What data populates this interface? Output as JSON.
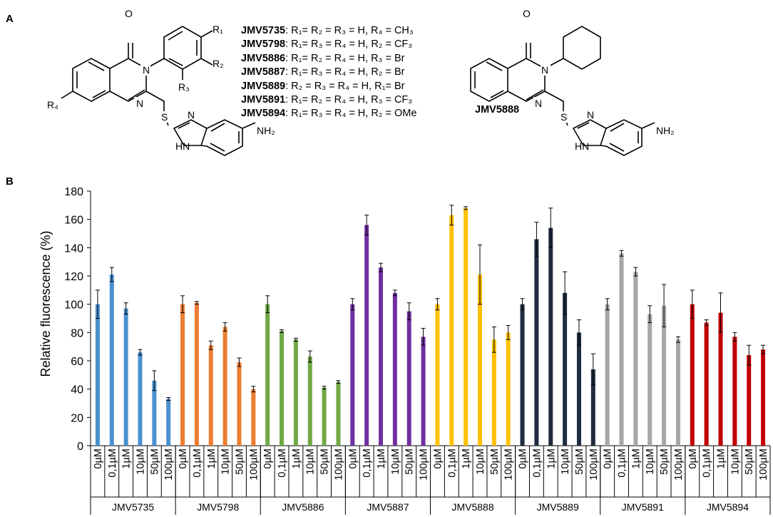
{
  "panel_a": {
    "letter": "A",
    "compounds": [
      {
        "name": "JMV5735",
        "desc": ": R₁= R₂ = R₃ = H, R₄ = CH₃"
      },
      {
        "name": "JMV5798",
        "desc": ": R₁= R₃ = R₄ = H, R₂ = CF₃"
      },
      {
        "name": "JMV5886",
        "desc": ": R₁= R₂ = R₄ = H, R₃ = Br"
      },
      {
        "name": "JMV5887",
        "desc": ": R₁= R₃ = R₄ = H, R₂ = Br"
      },
      {
        "name": "JMV5889",
        "desc": ": R₂ = R₃ = R₄ = H, R₁= Br"
      },
      {
        "name": "JMV5891",
        "desc": ": R₁= R₂ = R₄ = H, R₃ = CF₃"
      },
      {
        "name": "JMV5894",
        "desc": ": R₁= R₃ = R₄ = H, R₂ = OMe"
      }
    ],
    "structure_labels": {
      "O": "O",
      "N": "N",
      "S": "S",
      "HN": "HN",
      "NH2": "NH₂",
      "R1": "R₁",
      "R2": "R₂",
      "R3": "R₃",
      "R4": "R₄"
    },
    "second_structure_name": "JMV5888"
  },
  "panel_b": {
    "letter": "B"
  },
  "chart_data": {
    "type": "bar",
    "ylabel": "Relative fluorescence (%)",
    "xlabel": "",
    "ylim": [
      0,
      180
    ],
    "yticks": [
      0,
      20,
      40,
      60,
      80,
      100,
      120,
      140,
      160,
      180
    ],
    "grid": false,
    "concentrations": [
      "0µM",
      "0,1µM",
      "1µM",
      "10µM",
      "50µM",
      "100µM"
    ],
    "groups": [
      {
        "name": "JMV5735",
        "color": "#4a90cf",
        "values": [
          100,
          121,
          97,
          66,
          46,
          33
        ],
        "errors": [
          10,
          5,
          4,
          2,
          7,
          1
        ]
      },
      {
        "name": "JMV5798",
        "color": "#ed7d31",
        "values": [
          100,
          101,
          71,
          84,
          59,
          40
        ],
        "errors": [
          6,
          1,
          3,
          3,
          3,
          2
        ]
      },
      {
        "name": "JMV5886",
        "color": "#6fa844",
        "values": [
          100,
          81,
          75,
          63,
          41,
          45
        ],
        "errors": [
          6,
          1,
          1,
          4,
          1,
          1
        ]
      },
      {
        "name": "JMV5887",
        "color": "#7030a0",
        "values": [
          100,
          156,
          126,
          108,
          95,
          77
        ],
        "errors": [
          4,
          7,
          3,
          2,
          6,
          6
        ]
      },
      {
        "name": "JMV5888",
        "color": "#ffc000",
        "values": [
          100,
          163,
          168,
          121,
          75,
          80
        ],
        "errors": [
          4,
          7,
          1,
          21,
          9,
          5
        ]
      },
      {
        "name": "JMV5889",
        "color": "#1f2b3f",
        "values": [
          100,
          146,
          154,
          108,
          80,
          54
        ],
        "errors": [
          4,
          12,
          14,
          15,
          9,
          11
        ]
      },
      {
        "name": "JMV5891",
        "color": "#a6a6a6",
        "values": [
          100,
          136,
          123,
          93,
          99,
          75
        ],
        "errors": [
          4,
          2,
          3,
          6,
          15,
          2
        ]
      },
      {
        "name": "JMV5894",
        "color": "#c00000",
        "values": [
          100,
          87,
          94,
          77,
          64,
          68
        ],
        "errors": [
          10,
          2,
          14,
          3,
          7,
          3
        ]
      }
    ]
  }
}
